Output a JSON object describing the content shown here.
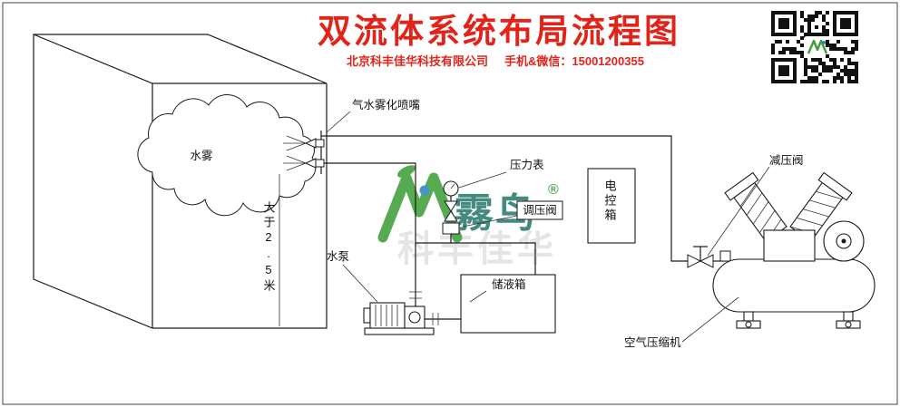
{
  "header": {
    "title": "双流体系统布局流程图",
    "company": "北京科丰佳华科技有限公司",
    "contact": "手机&微信：15001200355"
  },
  "labels": {
    "nozzle": "气水雾化喷嘴",
    "mist": "水雾",
    "height": "大于2.5米",
    "gauge": "压力表",
    "regulator": "调压阀",
    "control_box": "电控箱",
    "pump": "水泵",
    "tank": "储液箱",
    "reducing_valve": "减压阀",
    "compressor": "空气压缩机"
  },
  "watermark": {
    "brand": "霧鸟",
    "registered": "®",
    "company_faint": "科丰佳华"
  },
  "icons": {
    "qr_code": "qr-code",
    "logo": "brand-bird-logo"
  },
  "colors": {
    "title_red": "#e2231a",
    "line_black": "#1a1a1a",
    "brand_green": "#3fa03a",
    "brand_teal": "#2b7a6d",
    "brand_blue": "#2e86c1",
    "watermark_gray": "#e2e2e2"
  }
}
